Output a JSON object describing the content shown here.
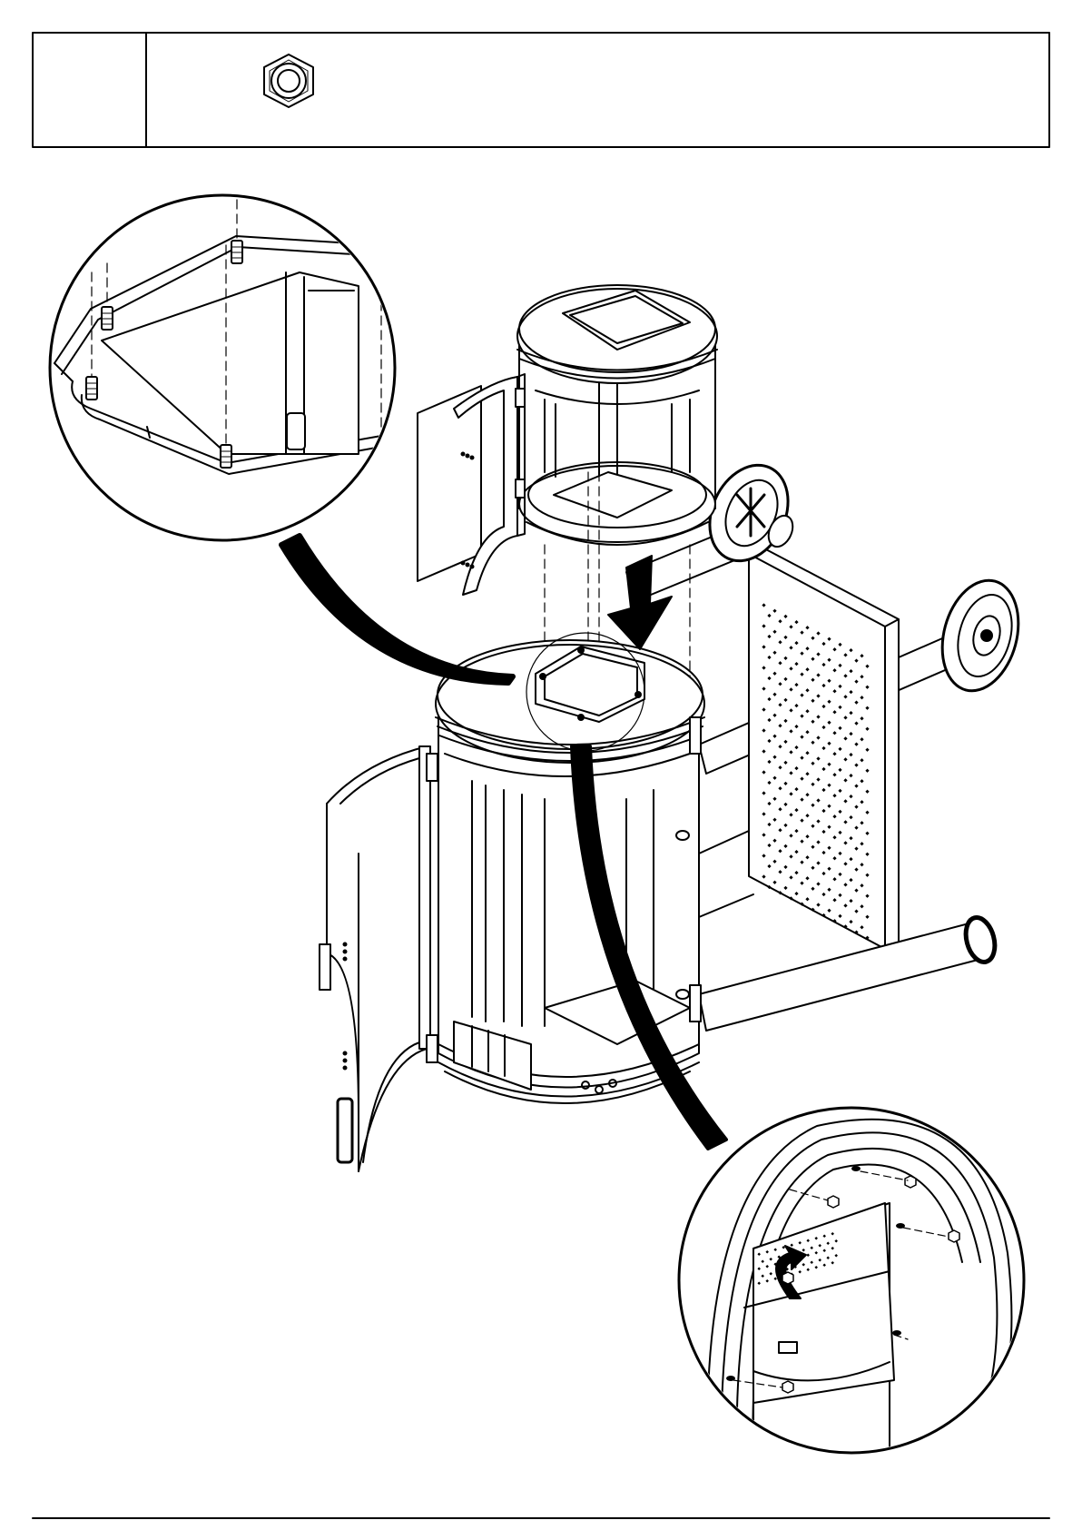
{
  "parts_table": {
    "label_cell": "",
    "part_icon": "hex-nut-icon"
  },
  "diagram": {
    "assembly": "grill-barrel-stack-on-cart",
    "detail_callouts": [
      "upper-left-bolt-detail",
      "lower-right-nut-detail"
    ],
    "arrow": "down-arrow-icon"
  },
  "page_number": ""
}
